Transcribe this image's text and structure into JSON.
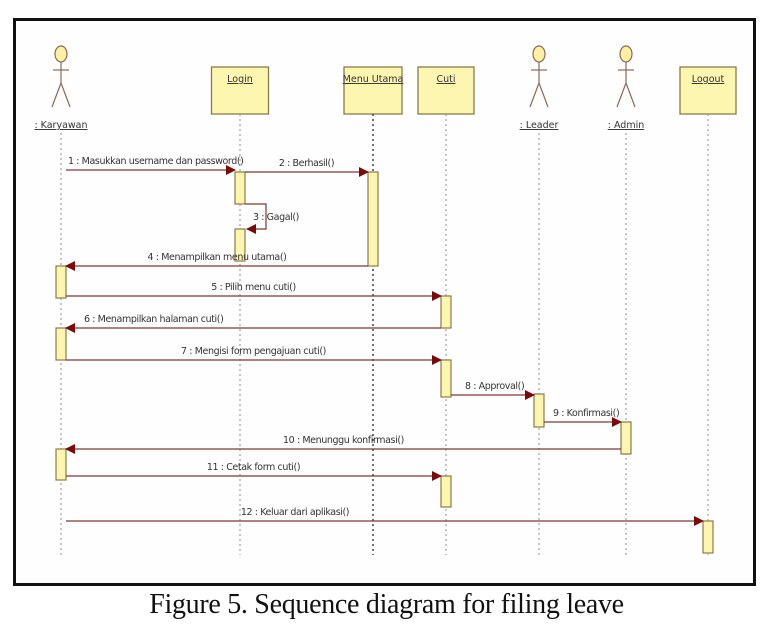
{
  "diagram": {
    "type": "UML sequence diagram",
    "colors": {
      "box_fill": "#fdf6b0",
      "box_border": "#8b7b4a",
      "actor_head": "#fdf0a0",
      "actor_line": "#8a6a5a",
      "message_line": "#7a3a3a",
      "arrow_head": "#7a0a0a",
      "lifeline": "#999999"
    },
    "participants": [
      {
        "id": "karyawan",
        "kind": "actor",
        "label": ": Karyawan"
      },
      {
        "id": "login",
        "kind": "object",
        "label": "Login"
      },
      {
        "id": "menu_utama",
        "kind": "object",
        "label": "Menu Utama"
      },
      {
        "id": "cuti",
        "kind": "object",
        "label": "Cuti"
      },
      {
        "id": "leader",
        "kind": "actor",
        "label": ": Leader"
      },
      {
        "id": "admin",
        "kind": "actor",
        "label": ": Admin"
      },
      {
        "id": "logout",
        "kind": "object",
        "label": "Logout"
      }
    ],
    "messages": [
      {
        "seq": 1,
        "label": "1 : Masukkan username dan password()",
        "from": "karyawan",
        "to": "login"
      },
      {
        "seq": 2,
        "label": "2 : Berhasil()",
        "from": "login",
        "to": "menu_utama"
      },
      {
        "seq": 3,
        "label": "3 : Gagal()",
        "from": "login",
        "to": "login"
      },
      {
        "seq": 4,
        "label": "4 : Menampilkan menu utama()",
        "from": "menu_utama",
        "to": "karyawan"
      },
      {
        "seq": 5,
        "label": "5 : Pilih menu cuti()",
        "from": "karyawan",
        "to": "cuti"
      },
      {
        "seq": 6,
        "label": "6 : Menampilkan halaman cuti()",
        "from": "cuti",
        "to": "karyawan"
      },
      {
        "seq": 7,
        "label": "7 : Mengisi form pengajuan cuti()",
        "from": "karyawan",
        "to": "cuti"
      },
      {
        "seq": 8,
        "label": "8 : Approval()",
        "from": "cuti",
        "to": "leader"
      },
      {
        "seq": 9,
        "label": "9 : Konfirmasi()",
        "from": "leader",
        "to": "admin"
      },
      {
        "seq": 10,
        "label": "10 : Menunggu konfirmasi()",
        "from": "admin",
        "to": "karyawan"
      },
      {
        "seq": 11,
        "label": "11 : Cetak form cuti()",
        "from": "karyawan",
        "to": "cuti"
      },
      {
        "seq": 12,
        "label": "12 : Keluar dari aplikasi()",
        "from": "karyawan",
        "to": "logout"
      }
    ]
  },
  "caption": "Figure 5. Sequence diagram for filing leave"
}
